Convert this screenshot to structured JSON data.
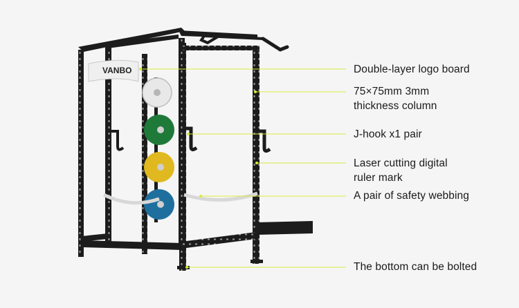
{
  "brand_logo_text": "VANBO",
  "colors": {
    "background": "#f5f5f5",
    "frame": "#1c1c1c",
    "callout_line": "#d9ea3c",
    "plate_white": "#e8e8e8",
    "plate_green": "#1f7a3a",
    "plate_yellow": "#e0b820",
    "plate_blue": "#1f6f9e",
    "webbing": "#d8d8d8"
  },
  "callouts": [
    {
      "id": "logo-board",
      "label": "Double-layer logo board"
    },
    {
      "id": "column",
      "label": "75×75mm 3mm\nthickness column"
    },
    {
      "id": "j-hook",
      "label": "J-hook x1 pair"
    },
    {
      "id": "ruler-mark",
      "label": "Laser cutting digital\nruler mark"
    },
    {
      "id": "safety-webbing",
      "label": "A pair of safety webbing"
    },
    {
      "id": "bolted-bottom",
      "label": "The bottom can be bolted"
    }
  ]
}
